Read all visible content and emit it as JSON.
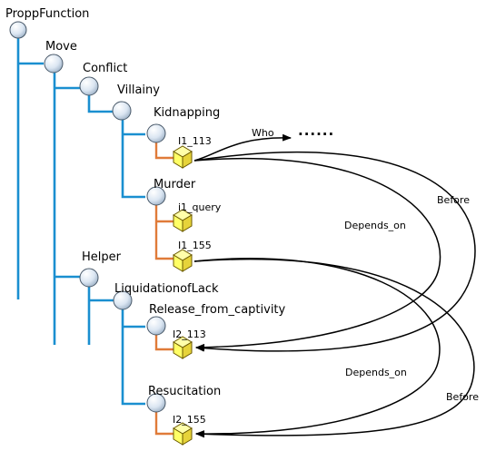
{
  "colors": {
    "tree_line": "#1a8fd0",
    "instance_line": "#e07b39",
    "class_node_fill": "#dbe6f2",
    "class_node_stroke": "#4a5a6a",
    "instance_cube_fill": "#ffff66",
    "instance_cube_stroke": "#6b5a00",
    "relation_line": "#000000"
  },
  "classes": {
    "root": "ProppFunction",
    "move": "Move",
    "conflict": "Conflict",
    "villainy": "Villainy",
    "kidnapping": "Kidnapping",
    "murder": "Murder",
    "helper": "Helper",
    "liquidation": "LiquidationofLack",
    "release": "Release_from_captivity",
    "resuscitation": "Resucitation"
  },
  "instances": {
    "i1_113": "I1_113",
    "i1_query": "i1_query",
    "i1_155": "I1_155",
    "i2_113": "I2_113",
    "i2_155": "I2_155"
  },
  "relations": {
    "who": "Who",
    "who_target": "······",
    "before_1": "Before",
    "depends_on_1": "Depends_on",
    "depends_on_2": "Depends_on",
    "before_2": "Before"
  }
}
